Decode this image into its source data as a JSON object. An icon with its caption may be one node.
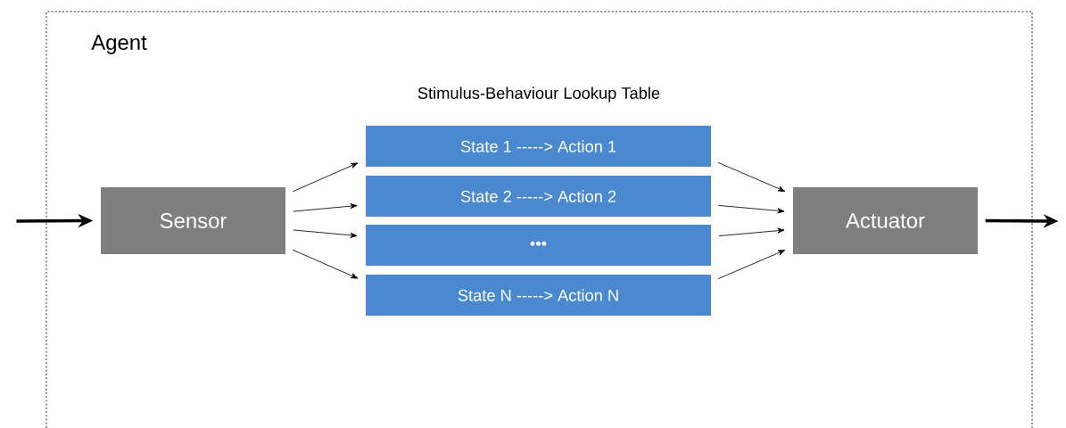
{
  "diagram": {
    "nodes": [
      {
        "text": [
          "Agent"
        ]
      },
      {
        "text": [
          "Sensor"
        ],
        "in": 0
      },
      {
        "text": [
          "State 1 -----> Action 1"
        ],
        "in": 0
      },
      {
        "text": [
          "State 2 -----> Action 2"
        ],
        "in": 0
      },
      {
        "text": [
          "•••"
        ],
        "in": 0
      },
      {
        "text": [
          "State N -----> Action N"
        ],
        "in": 0
      },
      {
        "text": [
          "Actuator"
        ],
        "in": 0
      }
    ],
    "edges": [
      {
        "from": null,
        "to": 1,
        "arrow": "to",
        "style": "thick"
      },
      {
        "from": 1,
        "to": 2,
        "arrow": "to"
      },
      {
        "from": 1,
        "to": 3,
        "arrow": "to"
      },
      {
        "from": 1,
        "to": 4,
        "arrow": "to"
      },
      {
        "from": 1,
        "to": 5,
        "arrow": "to"
      },
      {
        "from": 2,
        "to": 6,
        "arrow": "to"
      },
      {
        "from": 3,
        "to": 6,
        "arrow": "to"
      },
      {
        "from": 4,
        "to": 6,
        "arrow": "to"
      },
      {
        "from": 5,
        "to": 6,
        "arrow": "to"
      },
      {
        "from": 6,
        "to": null,
        "arrow": "to",
        "style": "thick"
      }
    ],
    "labels": [
      "Stimulus-Behaviour Lookup Table"
    ]
  }
}
